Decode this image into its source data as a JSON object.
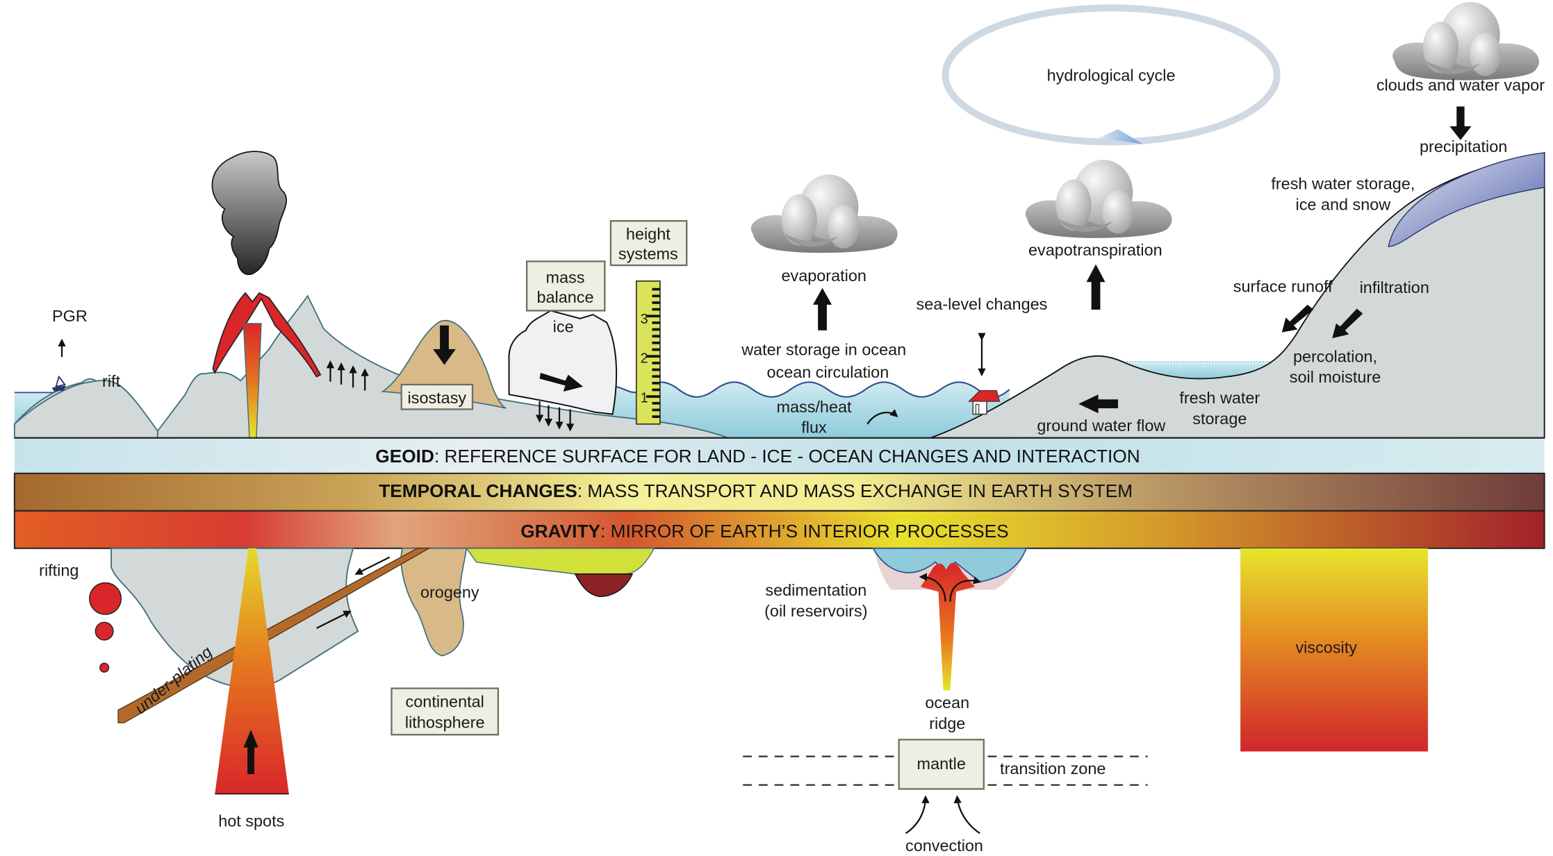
{
  "title": "Geoid, temporal changes and gravity in the Earth system",
  "bands": [
    {
      "bold": "GEOID",
      "rest": ": REFERENCE SURFACE FOR LAND - ICE - OCEAN CHANGES AND INTERACTION"
    },
    {
      "bold": "TEMPORAL CHANGES",
      "rest": ": MASS TRANSPORT AND MASS EXCHANGE IN EARTH SYSTEM"
    },
    {
      "bold": "GRAVITY",
      "rest": ": MIRROR OF EARTH’S INTERIOR PROCESSES"
    }
  ],
  "surface_labels": {
    "pgr": "PGR",
    "rift": "rift",
    "isostasy": "isostasy",
    "mass_balance": [
      "mass",
      "balance"
    ],
    "height_systems": [
      "height",
      "systems"
    ],
    "ice": "ice",
    "evaporation": "evaporation",
    "water_storage": [
      "water storage in ocean",
      "ocean circulation"
    ],
    "mass_heat_flux": [
      "mass/heat",
      "flux"
    ],
    "sea_level": "sea-level changes",
    "evapotranspiration": "evapotranspiration",
    "hydrological_cycle": "hydrological cycle",
    "clouds": "clouds and water vapor",
    "precipitation": "precipitation",
    "fresh_water_ice": [
      "fresh water storage,",
      "ice and snow"
    ],
    "surface_runoff": "surface runoff",
    "infiltration": "infiltration",
    "percolation": [
      "percolation,",
      "soil moisture"
    ],
    "fresh_water_storage": [
      "fresh water",
      "storage"
    ],
    "ground_water_flow": "ground water flow"
  },
  "ruler_ticks": [
    "1",
    "2",
    "3"
  ],
  "interior_labels": {
    "rifting": "rifting",
    "under_plating": "under-plating",
    "orogeny": "orogeny",
    "continental_lithosphere": [
      "continental",
      "lithosphere"
    ],
    "hot_spots": "hot spots",
    "sedimentation": [
      "sedimentation",
      "(oil reservoirs)"
    ],
    "ocean_ridge": [
      "ocean",
      "ridge"
    ],
    "mantle": "mantle",
    "transition_zone": "transition zone",
    "convection": "convection",
    "viscosity": "viscosity"
  },
  "colors": {
    "land": "#d3d9d8",
    "ocean": "#a9d8e3",
    "magma": "#d8262a",
    "sand": "#d8b987",
    "label_box": "#eeeee2"
  }
}
